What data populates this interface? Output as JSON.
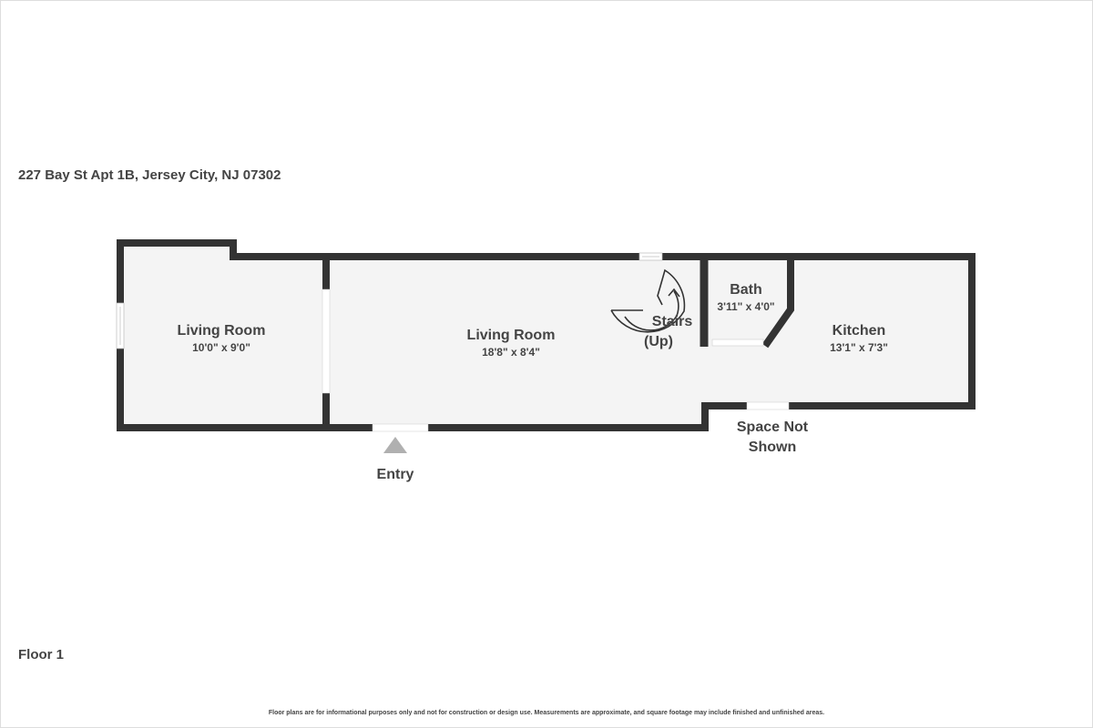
{
  "address": "227 Bay St Apt 1B, Jersey City, NJ 07302",
  "floor_label": "Floor 1",
  "disclaimer": "Floor plans are for informational purposes only and not for construction or design use. Measurements are approximate, and square footage may include finished and unfinished areas.",
  "colors": {
    "wall": "#333333",
    "floor": "#f4f4f4",
    "entry_marker": "#b0b0b0"
  },
  "rooms": [
    {
      "name": "Living Room",
      "dims": "10'0\" x 9'0\""
    },
    {
      "name": "Living Room",
      "dims": "18'8\" x 8'4\""
    },
    {
      "name": "Bath",
      "dims": "3'11\" x 4'0\""
    },
    {
      "name": "Kitchen",
      "dims": "13'1\" x 7'3\""
    }
  ],
  "stairs": {
    "line1": "Stairs",
    "line2": "(Up)"
  },
  "entry_label": "Entry",
  "space_not_shown": {
    "line1": "Space Not",
    "line2": "Shown"
  }
}
